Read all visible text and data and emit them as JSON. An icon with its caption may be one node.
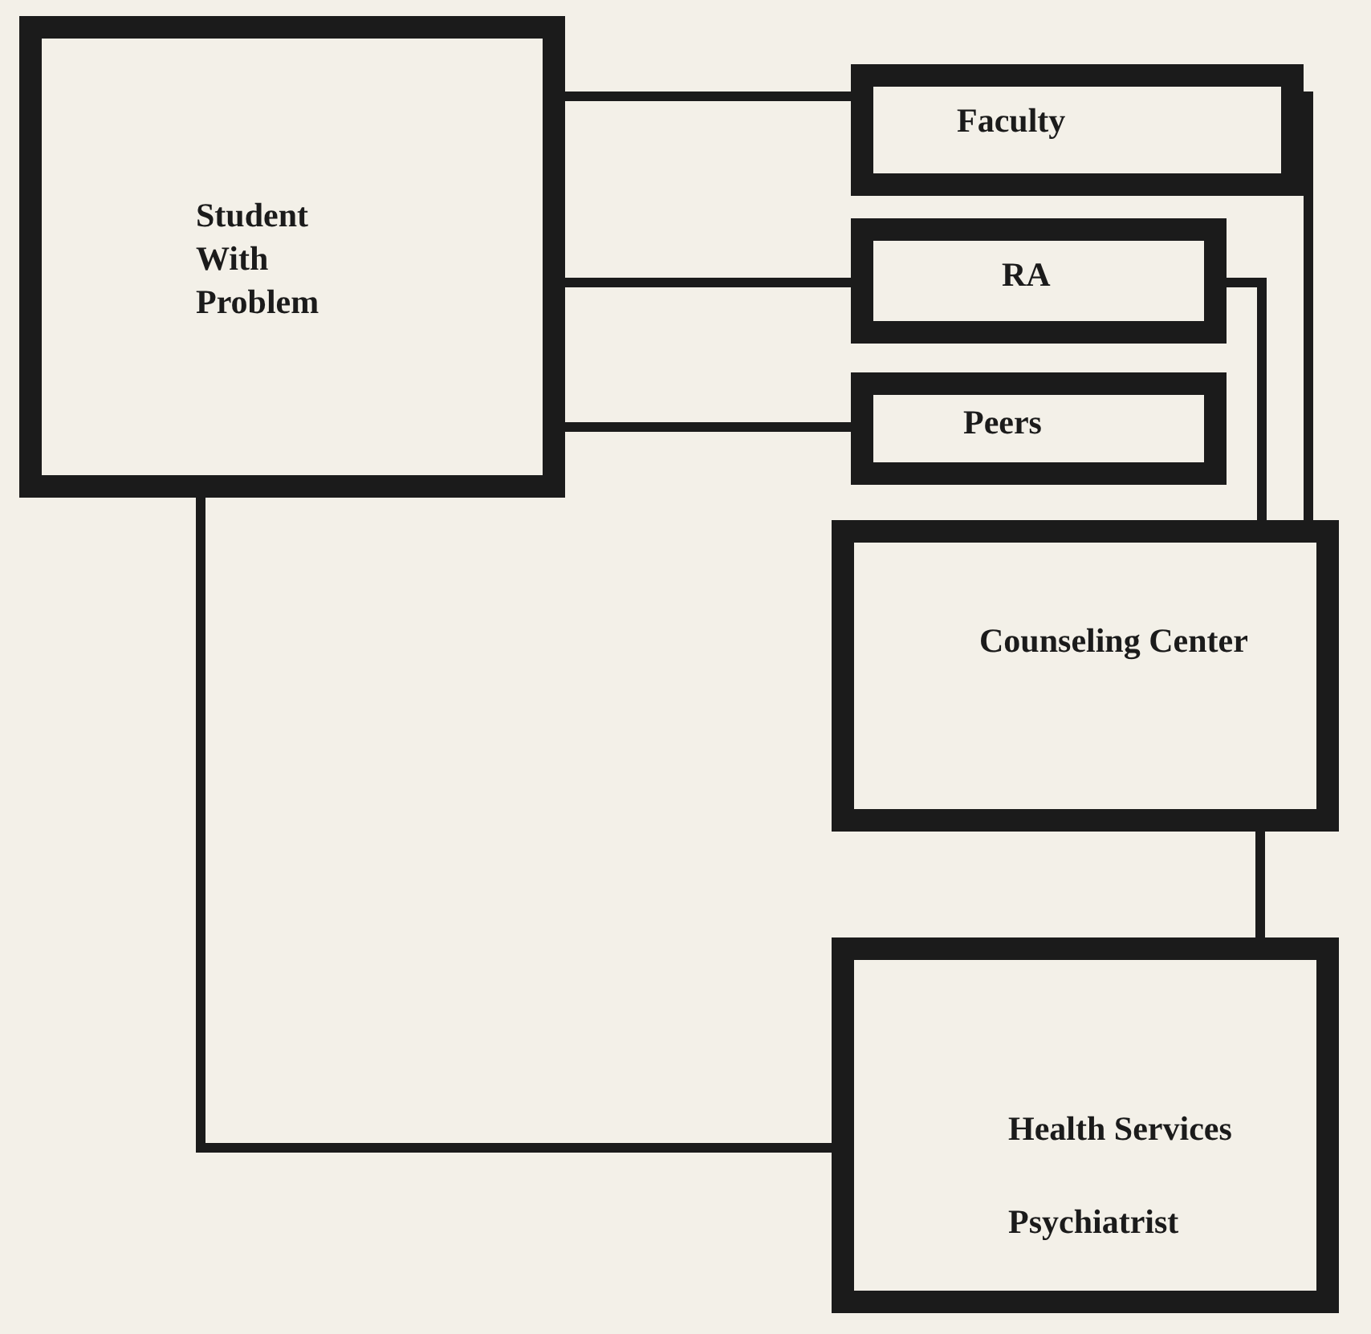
{
  "diagram": {
    "nodes": [
      {
        "text": [
          "Student With Problem"
        ]
      },
      {
        "text": [
          "Faculty"
        ]
      },
      {
        "text": [
          "RA"
        ]
      },
      {
        "text": [
          "Peers"
        ]
      },
      {
        "text": [
          "Counseling Center"
        ]
      },
      {
        "text": [
          "Health Services",
          "Psychiatrist"
        ]
      }
    ],
    "edges": [
      {
        "from": 0,
        "to": 1,
        "arrow": "none"
      },
      {
        "from": 0,
        "to": 2,
        "arrow": "none"
      },
      {
        "from": 0,
        "to": 3,
        "arrow": "none"
      },
      {
        "from": 1,
        "to": 4,
        "arrow": "none"
      },
      {
        "from": 2,
        "to": 4,
        "arrow": "none"
      },
      {
        "from": 4,
        "to": 5,
        "arrow": "none"
      },
      {
        "from": 0,
        "to": 5,
        "arrow": "none"
      }
    ]
  }
}
